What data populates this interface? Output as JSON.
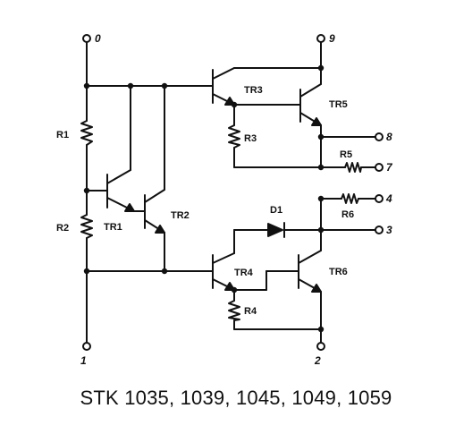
{
  "caption": "STK 1035, 1039, 1045, 1049, 1059",
  "colors": {
    "line": "#111111",
    "background": "#ffffff"
  },
  "pins": [
    "0",
    "9",
    "8",
    "7",
    "4",
    "3",
    "1",
    "2"
  ],
  "transistors": [
    "TR1",
    "TR2",
    "TR3",
    "TR4",
    "TR5",
    "TR6"
  ],
  "resistors": [
    "R1",
    "R2",
    "R3",
    "R4",
    "R5",
    "R6"
  ],
  "diodes": [
    "D1"
  ]
}
